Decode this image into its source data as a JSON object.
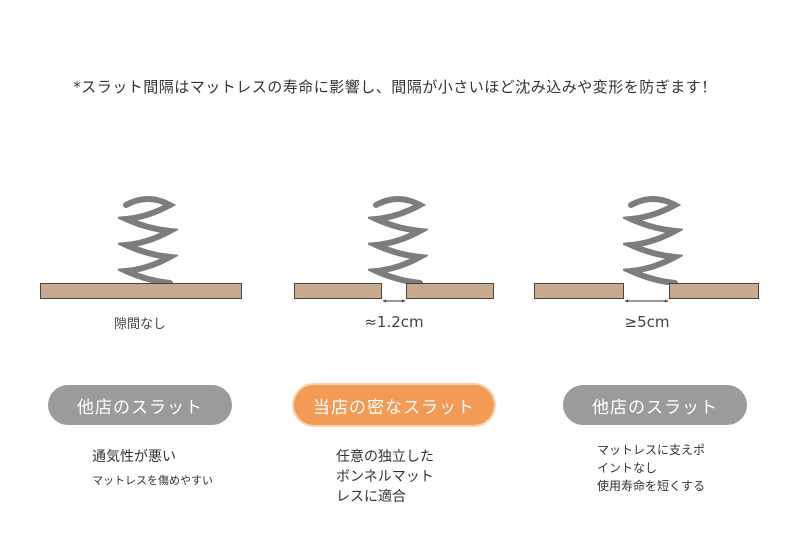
{
  "headline": "*スラット間隔はマットレスの寿命に影響し、間隔が小さいほど沈み込みや変形を防ぎます！",
  "colors": {
    "board": "#c8aa8e",
    "spring": "#7d7d7d",
    "pill_gray": "#9b9b9b",
    "pill_orange": "#f39a54"
  },
  "panels": [
    {
      "gap_label": "隙間なし",
      "pill": "他店のスラット",
      "desc_main": "通気性が悪い",
      "desc_sub": "マットレスを傷めやすい"
    },
    {
      "gap_label": "≈1.2cm",
      "pill": "当店の密なスラット",
      "desc_lines": [
        "任意の独立した",
        "ボンネルマット",
        "レスに適合"
      ]
    },
    {
      "gap_label": "≥5cm",
      "pill": "他店のスラット",
      "desc_lines": [
        "マットレスに支えポ",
        "イントなし",
        "使用寿命を短くする"
      ]
    }
  ]
}
